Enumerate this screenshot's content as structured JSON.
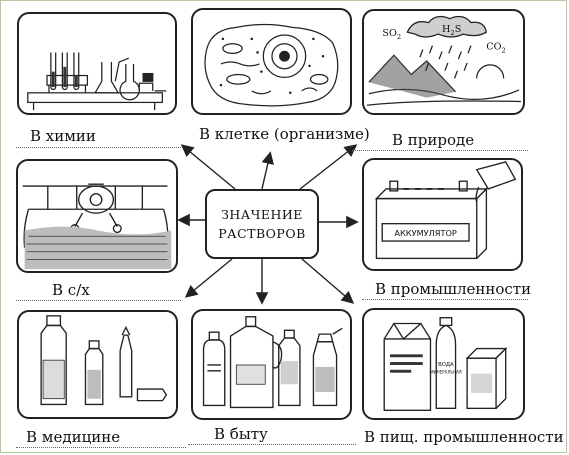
{
  "center": {
    "line1": "ЗНАЧЕНИЕ",
    "line2": "РАСТВОРОВ"
  },
  "captions": {
    "chemistry": "В химии",
    "cell": "В клетке (организме)",
    "nature": "В природе",
    "agriculture": "В с/х",
    "industry": "В промышленности",
    "medicine": "В медицине",
    "household": "В  быту",
    "food_industry": "В пищ. промышленности"
  },
  "labels": {
    "so2": "SO",
    "so2_sub": "2",
    "h2s_h": "H",
    "h2s_sub": "2",
    "h2s_s": "S",
    "co2": "CO",
    "co2_sub": "2",
    "battery": "АККУМУЛЯТОР",
    "water_line1": "ВОДА",
    "water_line2": "МИНЕРАЛЬНАЯ"
  },
  "colors": {
    "stroke": "#222222",
    "frame": "#b9c79a"
  }
}
